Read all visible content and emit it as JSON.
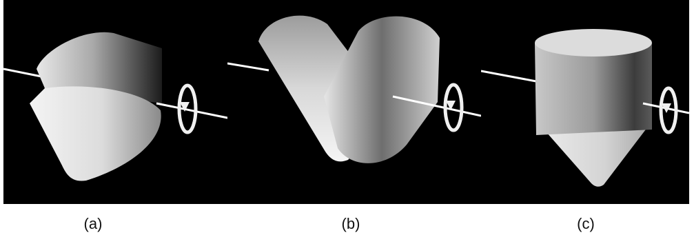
{
  "figure": {
    "captions": [
      "(a)",
      "(b)",
      "(c)"
    ]
  },
  "colors": {
    "background": "#000000",
    "surface_light": "#f2f2f2",
    "surface_dark": "#3a3a3a",
    "axis_line": "#ffffff"
  }
}
